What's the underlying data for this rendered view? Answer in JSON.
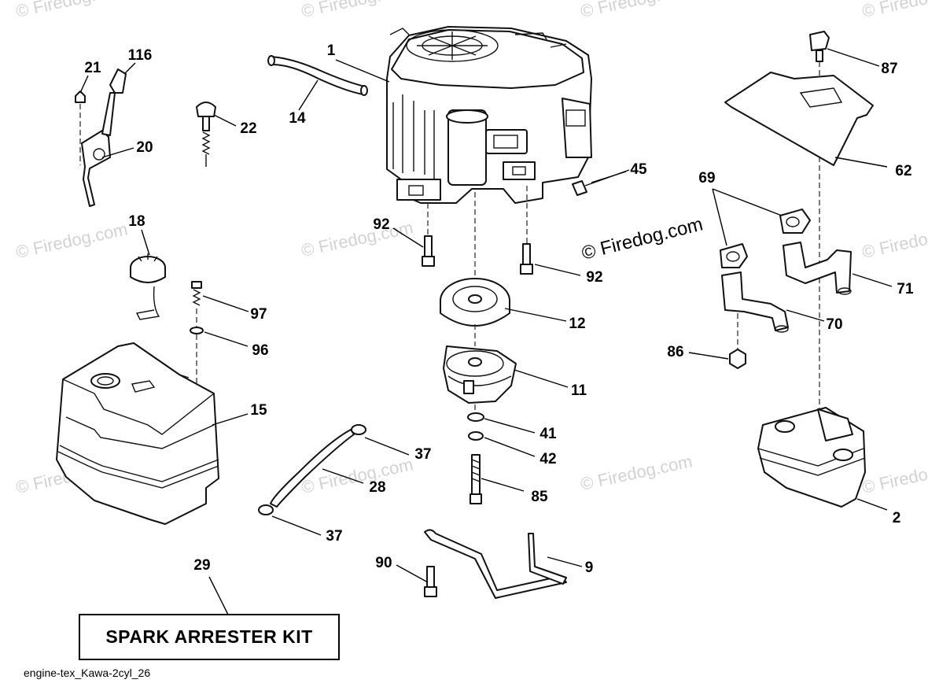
{
  "watermarks": [
    "© Firedog.com"
  ],
  "caption": "engine-tex_Kawa-2cyl_26",
  "kit_label": "SPARK ARRESTER KIT",
  "callouts": [
    "1",
    "2",
    "9",
    "11",
    "12",
    "14",
    "15",
    "18",
    "20",
    "21",
    "22",
    "28",
    "29",
    "37",
    "37",
    "41",
    "42",
    "45",
    "62",
    "69",
    "70",
    "71",
    "85",
    "86",
    "87",
    "90",
    "92",
    "92",
    "96",
    "97",
    "116"
  ]
}
